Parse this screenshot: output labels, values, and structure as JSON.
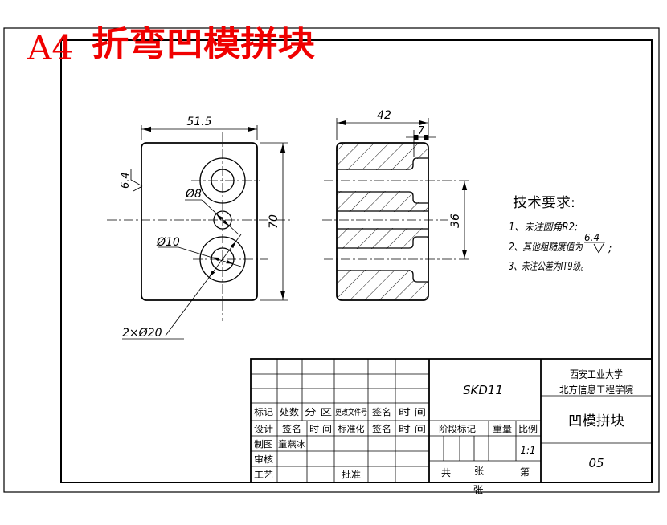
{
  "sheet": {
    "size_label": "A4",
    "title": "折弯凹模拼块",
    "accent_red": "#f00000",
    "line_color": "#000000",
    "background": "#ffffff"
  },
  "dims": {
    "front_width": "51.5",
    "front_height": "70",
    "section_width": "42",
    "counterbore_depth": "7",
    "hole_spacing": "36",
    "hole_small": "Ø8",
    "hole_inner": "Ø10",
    "counterbore": "2×Ø20",
    "roughness_side": "6.4"
  },
  "tech": {
    "title": "技术要求:",
    "item1": "1、未注圆角R2;",
    "item2_prefix": "2、其他粗糙度值为",
    "item2_roughness": "6.4",
    "item2_suffix": ";",
    "item3": "3、未注公差为IT9级。"
  },
  "title_block": {
    "mark": "标记",
    "count": "处数",
    "zone": "分  区",
    "change_no": "更改文件号",
    "sign": "签名",
    "time": "时  间",
    "design": "设计",
    "sign2": "签名",
    "time2": "时  间",
    "standardize": "标准化",
    "sign3": "签名",
    "time3": "时  间",
    "draft": "制图",
    "draft_name": "童燕冰",
    "check": "审核",
    "process": "工艺",
    "approve": "批准",
    "stage_mark": "阶段标记",
    "weight": "重量",
    "scale_label": "比例",
    "scale_value": "1:1",
    "total": "共",
    "sheets": "张",
    "no_label": "第",
    "sheet_below": "张",
    "material": "SKD11",
    "org_line1": "西安工业大学",
    "org_line2": "北方信息工程学院",
    "part_name": "凹模拼块",
    "drawing_no": "05"
  }
}
